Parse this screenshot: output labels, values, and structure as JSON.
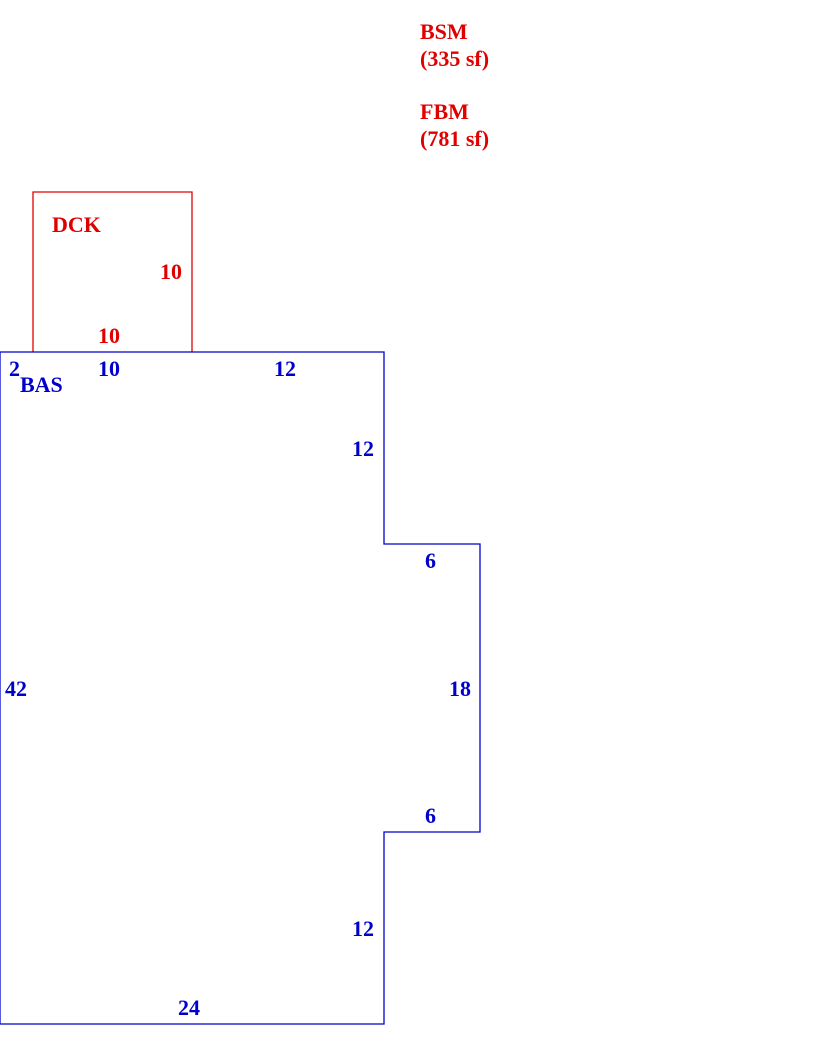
{
  "colors": {
    "deck": "#e00000",
    "base": "#0000cc",
    "legend": "#e00000"
  },
  "legend": {
    "bsm": {
      "code": "BSM",
      "area": "(335 sf)"
    },
    "fbm": {
      "code": "FBM",
      "area": "(781 sf)"
    }
  },
  "deck": {
    "code": "DCK",
    "dims": {
      "right": "10",
      "bottom": "10"
    }
  },
  "base": {
    "code": "BAS",
    "dims": {
      "top_left_jog": "2",
      "top_left": "10",
      "top_right": "12",
      "right_upper": "12",
      "bump_top": "6",
      "bump_right": "18",
      "bump_bottom": "6",
      "right_lower": "12",
      "bottom": "24",
      "left": "42"
    }
  }
}
